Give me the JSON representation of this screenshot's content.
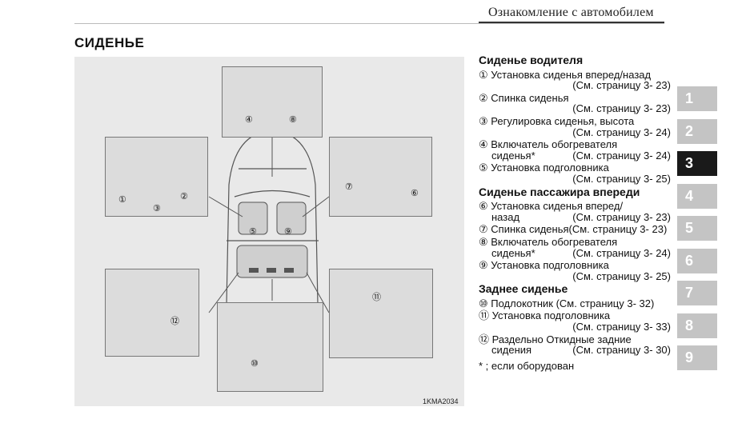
{
  "header": {
    "title": "Ознакомление с автомобилем"
  },
  "section_title": "СИДЕНЬЕ",
  "figure": {
    "code": "1KMA2034",
    "callouts": [
      "①",
      "②",
      "③",
      "④",
      "⑤",
      "⑥",
      "⑦",
      "⑧",
      "⑨",
      "⑩",
      "⑪",
      "⑫"
    ]
  },
  "groups": [
    {
      "title": "Сиденье водителя",
      "items": [
        {
          "l1": "① Установка сиденья вперед/назад",
          "l2": "",
          "ref": "(См. страницу 3- 23)"
        },
        {
          "l1": "② Спинка сиденья",
          "l2": "",
          "ref": "(См. страницу 3- 23)"
        },
        {
          "l1": "③ Регулировка сиденья, высота",
          "l2": "",
          "ref": "(См. страницу 3- 24)"
        },
        {
          "l1": "④ Включатель обогревателя",
          "l2": "сиденья*",
          "ref": "(См. страницу 3- 24)"
        },
        {
          "l1": "⑤ Установка подголовника",
          "l2": "",
          "ref": "(См. страницу 3- 25)"
        }
      ]
    },
    {
      "title": "Сиденье пассажира впереди",
      "items": [
        {
          "l1": "⑥ Установка сиденья вперед/",
          "l2": "назад",
          "ref": "(См. страницу 3- 23)"
        },
        {
          "l1": "⑦ Спинка сиденья(См. страницу 3- 23)",
          "l2": null,
          "ref": ""
        },
        {
          "l1": "⑧ Включатель обогревателя",
          "l2": "сиденья*",
          "ref": "(См. страницу 3- 24)"
        },
        {
          "l1": "⑨ Установка подголовника",
          "l2": "",
          "ref": "(См. страницу 3- 25)"
        }
      ]
    },
    {
      "title": "Заднее сиденье",
      "items": [
        {
          "l1": "⑩ Подлокотник   (См. страницу 3- 32)",
          "l2": null,
          "ref": ""
        },
        {
          "l1": "⑪ Установка подголовника",
          "l2": "",
          "ref": "(См. страницу 3- 33)"
        },
        {
          "l1": "⑫ Раздельно Откидные задние",
          "l2": "сидения",
          "ref": "(См. страницу 3- 30)"
        }
      ]
    }
  ],
  "footnote": "* ; если оборудован",
  "tabs": [
    {
      "label": "1",
      "active": false
    },
    {
      "label": "2",
      "active": false
    },
    {
      "label": "3",
      "active": true
    },
    {
      "label": "4",
      "active": false
    },
    {
      "label": "5",
      "active": false
    },
    {
      "label": "6",
      "active": false
    },
    {
      "label": "7",
      "active": false
    },
    {
      "label": "8",
      "active": false
    },
    {
      "label": "9",
      "active": false
    }
  ]
}
